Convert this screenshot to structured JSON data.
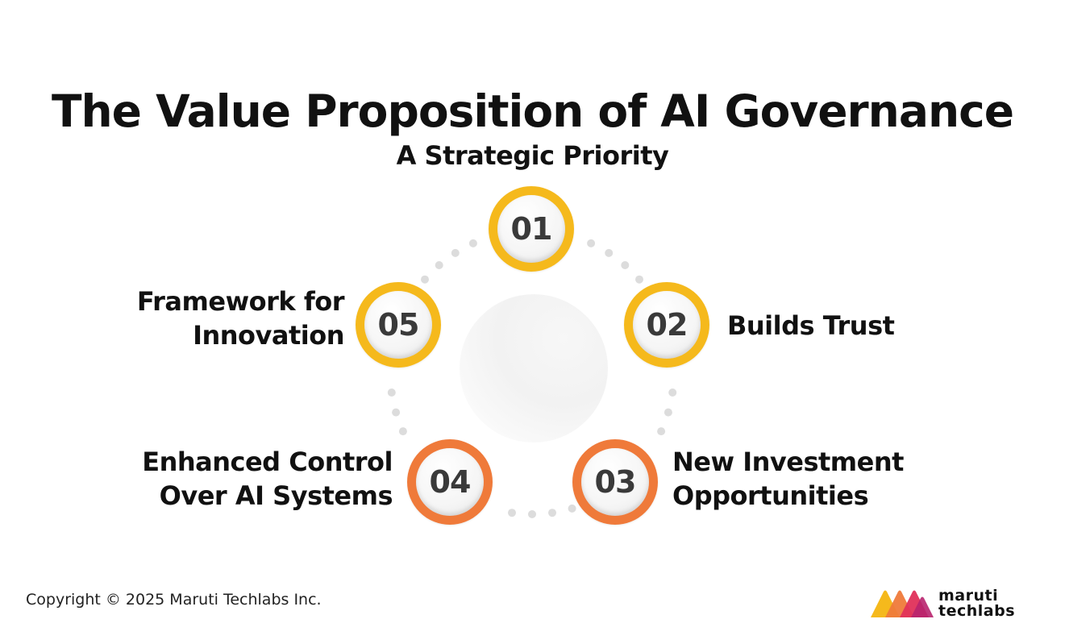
{
  "title": "The Value Proposition of AI Governance",
  "items": [
    {
      "number": "01",
      "lines": [
        "A Strategic Priority"
      ]
    },
    {
      "number": "02",
      "lines": [
        "Builds Trust"
      ]
    },
    {
      "number": "03",
      "lines": [
        "New Investment",
        "Opportunities"
      ]
    },
    {
      "number": "04",
      "lines": [
        "Enhanced Control",
        "Over AI Systems"
      ]
    },
    {
      "number": "05",
      "lines": [
        "Framework for",
        "Innovation"
      ]
    }
  ],
  "colors": {
    "yellow": "#f5b91c",
    "orange": "#ef7a3a",
    "dot": "#dcdcdc"
  },
  "footer": {
    "copyright": "Copyright © 2025 Maruti Techlabs Inc."
  },
  "logo": {
    "line1": "maruti",
    "line2": "techlabs"
  }
}
